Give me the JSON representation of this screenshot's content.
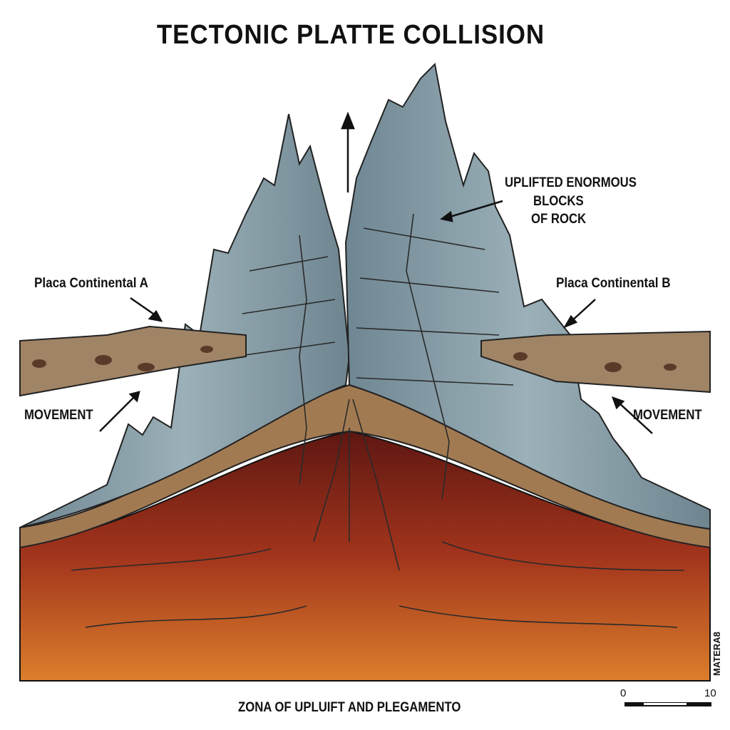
{
  "title": "TECTONIC PLATTE COLLISION",
  "labels": {
    "plate_a": "Placa Continental A",
    "plate_b": "Placa Continental B",
    "movement_left": "MOVEMENT",
    "movement_right": "MOVEMENT",
    "uplifted_1": "UPLIFTED ENORMOUS",
    "uplifted_2": "BLOCKS",
    "uplifted_3": "OF ROCK",
    "caption": "ZONA OF UPLUIFT AND PLEGAMENTO",
    "side_text": "MATERA8"
  },
  "scale_bar": {
    "start": "0",
    "end": "10"
  },
  "colors": {
    "mantle_top": "#6e1a14",
    "mantle_bottom": "#d8782a",
    "crust": "#a27a52",
    "rock": "#7f98a3",
    "plate": "#a08466"
  }
}
